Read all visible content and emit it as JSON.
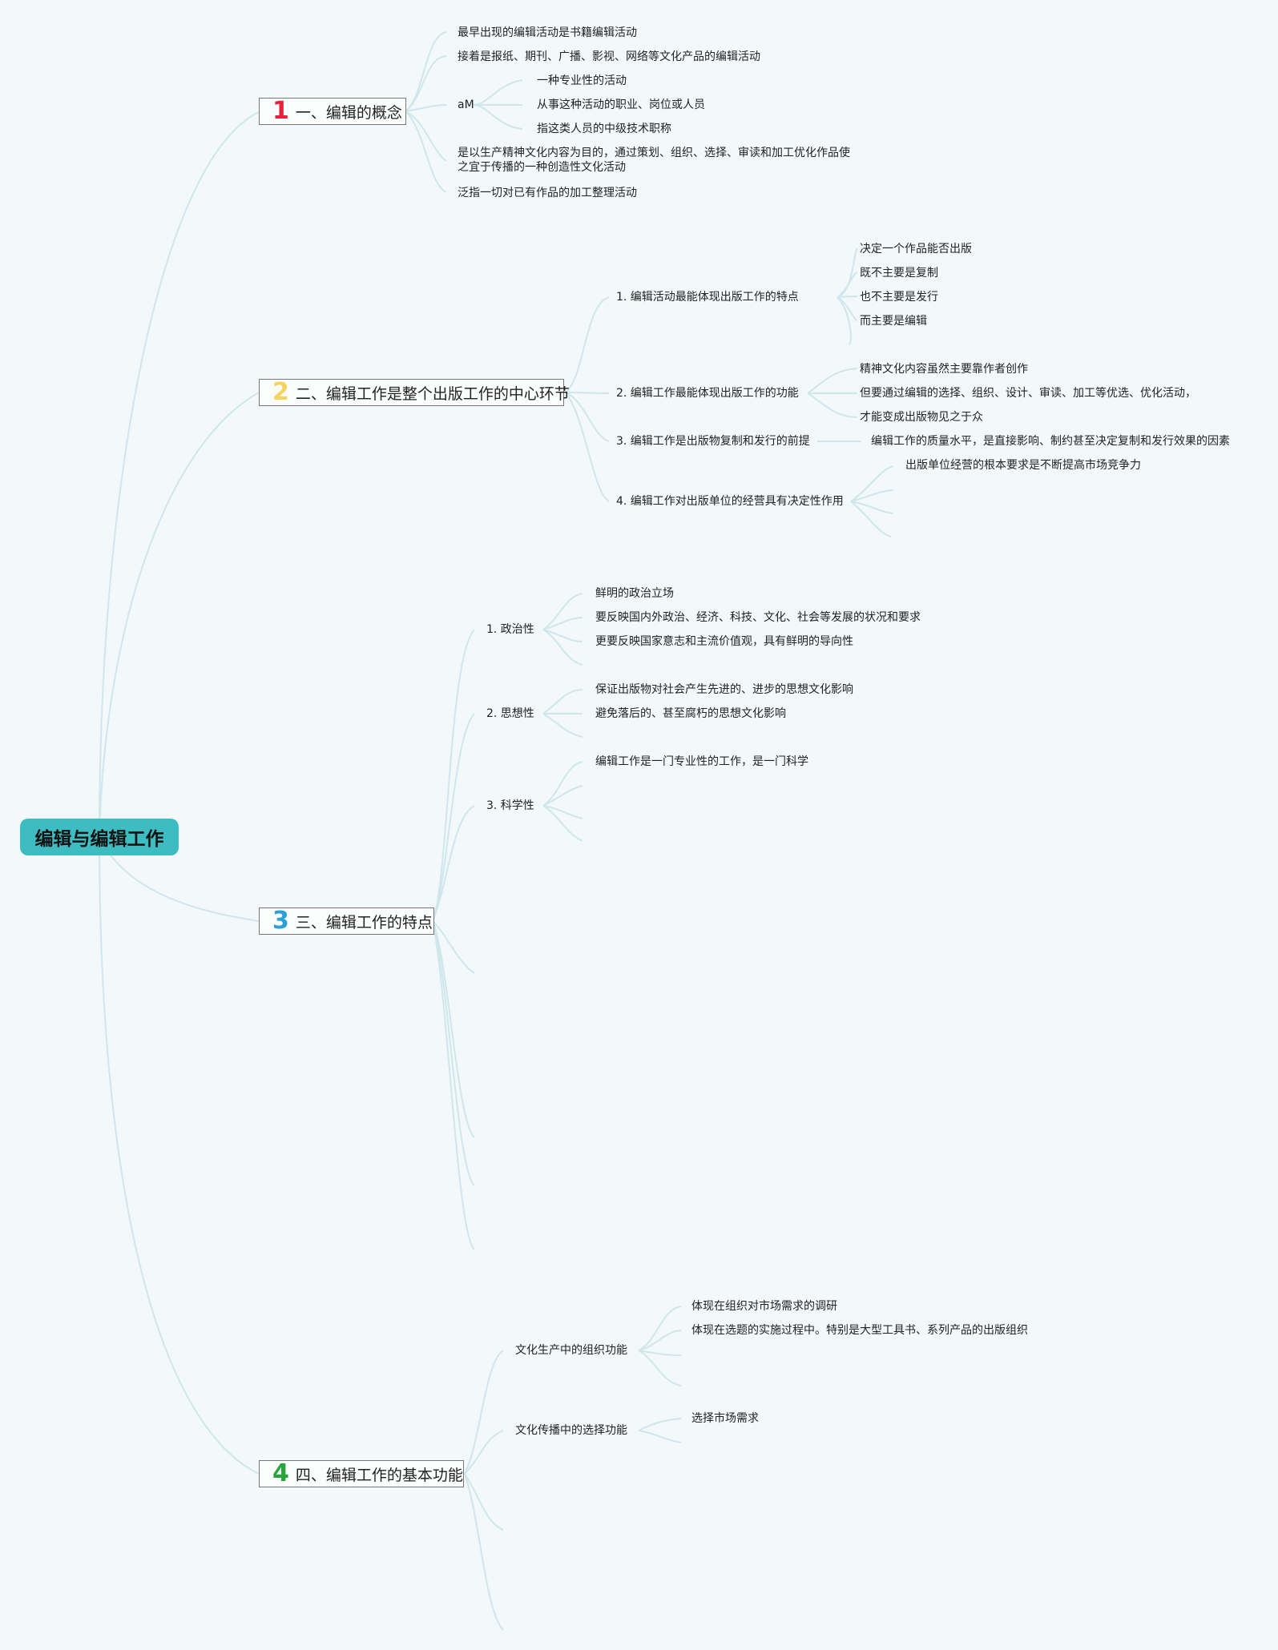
{
  "root": {
    "title": "编辑与编辑工作"
  },
  "topic1": {
    "num": "1",
    "num_color": "#e8203a",
    "title": "一、编辑的概念",
    "leaf1": "最早出现的编辑活动是书籍编辑活动",
    "leaf2": "接着是报纸、期刊、广播、影视、网络等文化产品的编辑活动",
    "am": {
      "label": "aM",
      "items": [
        "一种专业性的活动",
        "从事这种活动的职业、岗位或人员",
        "指这类人员的中级技术职称"
      ]
    },
    "leaf3": "是以生产精神文化内容为目的，通过策划、组织、选择、审读和加工优化作品使之宜于传播的一种创造性文化活动",
    "leaf4": "泛指一切对已有作品的加工整理活动"
  },
  "topic2": {
    "num": "2",
    "num_color": "#f4d35e",
    "title": "二、编辑工作是整个出版工作的中心环节",
    "s1": {
      "label": "1. 编辑活动最能体现出版工作的特点",
      "items": [
        "决定一个作品能否出版",
        "既不主要是复制",
        "也不主要是发行",
        "而主要是编辑"
      ]
    },
    "s2": {
      "label": "2. 编辑工作最能体现出版工作的功能",
      "items": [
        "精神文化内容虽然主要靠作者创作",
        "但要通过编辑的选择、组织、设计、审读、加工等优选、优化活动，",
        "才能变成出版物见之于众"
      ]
    },
    "s3": {
      "label": "3. 编辑工作是出版物复制和发行的前提",
      "items": [
        "编辑工作的质量水平，是直接影响、制约甚至决定复制和发行效果的因素"
      ]
    },
    "s4": {
      "label": "4. 编辑工作对出版单位的经营具有决定性作用",
      "items": [
        "出版单位经营的根本要求是不断提高市场竞争力"
      ]
    }
  },
  "topic3": {
    "num": "3",
    "num_color": "#2a9fd8",
    "title": "三、编辑工作的特点",
    "s1": {
      "label": "1. 政治性",
      "items": [
        "鲜明的政治立场",
        "要反映国内外政治、经济、科技、文化、社会等发展的状况和要求",
        "更要反映国家意志和主流价值观，具有鲜明的导向性"
      ]
    },
    "s2": {
      "label": "2. 思想性",
      "items": [
        "保证出版物对社会产生先进的、进步的思想文化影响",
        "避免落后的、甚至腐朽的思想文化影响"
      ]
    },
    "s3": {
      "label": "3. 科学性",
      "items": [
        "编辑工作是一门专业性的工作，是一门科学"
      ]
    }
  },
  "topic4": {
    "num": "4",
    "num_color": "#27a53a",
    "title": "四、编辑工作的基本功能",
    "s1": {
      "label": "文化生产中的组织功能",
      "items": [
        "体现在组织对市场需求的调研",
        "体现在选题的实施过程中。特别是大型工具书、系列产品的出版组织"
      ]
    },
    "s2": {
      "label": "文化传播中的选择功能",
      "items": [
        "选择市场需求"
      ]
    }
  }
}
